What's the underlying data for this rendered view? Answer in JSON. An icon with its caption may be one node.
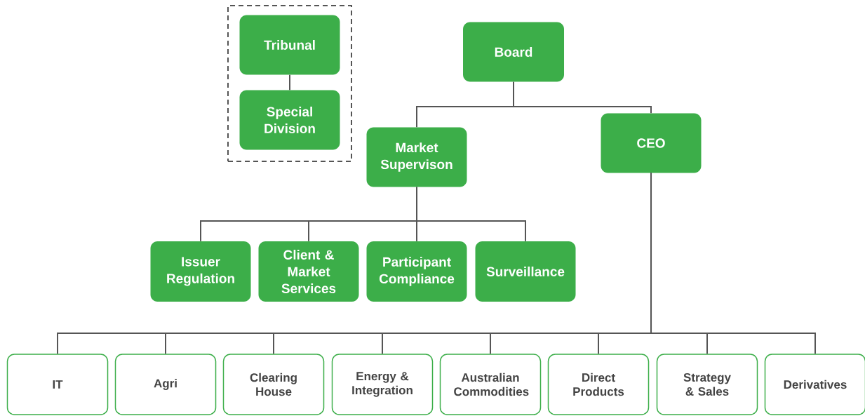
{
  "diagram": {
    "nodes": [
      {
        "text": [],
        "shape": "box"
      },
      {
        "text": [
          "Tribunal"
        ],
        "in": 0
      },
      {
        "text": [
          "Special Division"
        ],
        "in": 0
      },
      {
        "text": [
          "Board"
        ]
      },
      {
        "text": [
          "Market Supervison"
        ]
      },
      {
        "text": [
          "CEO"
        ]
      },
      {
        "text": [
          "Issuer Regulation"
        ]
      },
      {
        "text": [
          "Client & Market Services"
        ]
      },
      {
        "text": [
          "Participant Compliance"
        ]
      },
      {
        "text": [
          "Surveillance"
        ]
      },
      {
        "text": [
          "IT"
        ]
      },
      {
        "text": [
          "Agri"
        ]
      },
      {
        "text": [
          "Clearing House"
        ]
      },
      {
        "text": [
          "Energy & Integration"
        ]
      },
      {
        "text": [
          "Australian Commodities"
        ]
      },
      {
        "text": [
          "Direct Products"
        ]
      },
      {
        "text": [
          "Strategy & Sales"
        ]
      },
      {
        "text": [
          "Derivatives"
        ]
      }
    ],
    "edges": [
      {
        "from": 1,
        "to": 2,
        "arrow": "none"
      },
      {
        "from": 3,
        "to": 4,
        "arrow": "none"
      },
      {
        "from": 3,
        "to": 5,
        "arrow": "none"
      },
      {
        "from": 4,
        "to": 6,
        "arrow": "none"
      },
      {
        "from": 4,
        "to": 7,
        "arrow": "none"
      },
      {
        "from": 4,
        "to": 8,
        "arrow": "none"
      },
      {
        "from": 4,
        "to": 9,
        "arrow": "none"
      },
      {
        "from": 5,
        "to": 10,
        "arrow": "none"
      },
      {
        "from": 5,
        "to": 11,
        "arrow": "none"
      },
      {
        "from": 5,
        "to": 12,
        "arrow": "none"
      },
      {
        "from": 5,
        "to": 13,
        "arrow": "none"
      },
      {
        "from": 5,
        "to": 14,
        "arrow": "none"
      },
      {
        "from": 5,
        "to": 15,
        "arrow": "none"
      },
      {
        "from": 5,
        "to": 16,
        "arrow": "none"
      },
      {
        "from": 5,
        "to": 17,
        "arrow": "none"
      }
    ]
  }
}
